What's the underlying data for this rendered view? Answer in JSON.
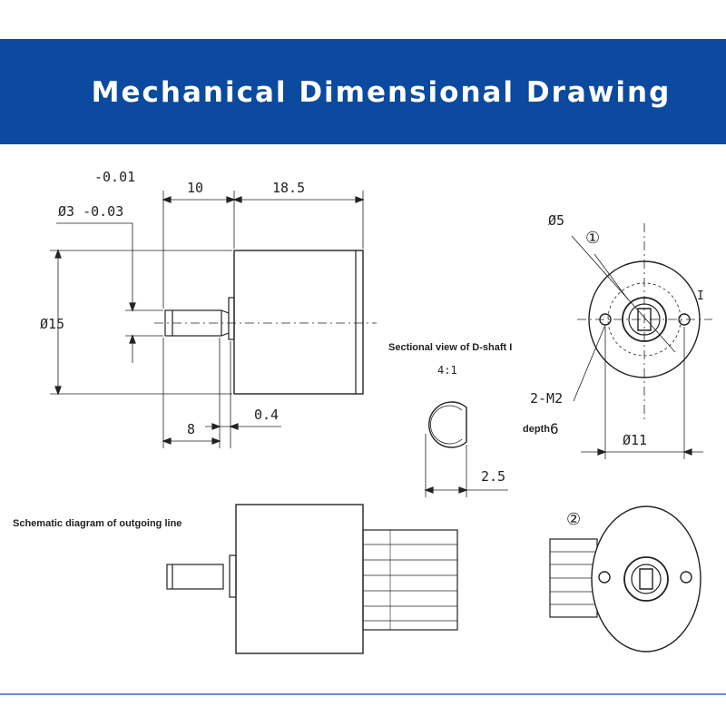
{
  "header": {
    "title": "Mechanical Dimensional Drawing"
  },
  "front_view": {
    "tol_upper": "-0.01",
    "shaft_dia": "Ø3 -0.03",
    "body_len_short": "10",
    "body_len_long": "18.5",
    "body_dia": "Ø15",
    "shaft_len": "8",
    "flange": "0.4"
  },
  "section_view": {
    "title": "Sectional view of D-shaft I",
    "scale": "4:1",
    "flat": "2.5"
  },
  "end_view": {
    "center_dia": "Ø5",
    "callout_1": "①",
    "holes": "2-M2",
    "depth_label": "depth",
    "depth_value": "6",
    "hole_circle_dia": "Ø11",
    "mark": "I"
  },
  "outgoing": {
    "title": "Schematic diagram of outgoing line",
    "callout_2": "②"
  },
  "colors": {
    "banner": "#0b4a9e",
    "line": "#222222"
  }
}
